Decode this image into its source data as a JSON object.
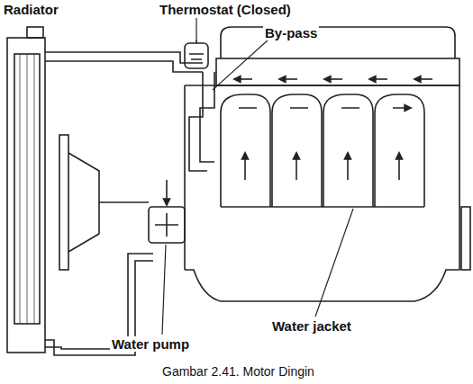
{
  "diagram": {
    "caption": "Gambar 2.41. Motor Dingin",
    "labels": [
      "Radiator",
      "Thermostat (Closed)",
      "By-pass",
      "Water jacket",
      "Water pump"
    ]
  }
}
